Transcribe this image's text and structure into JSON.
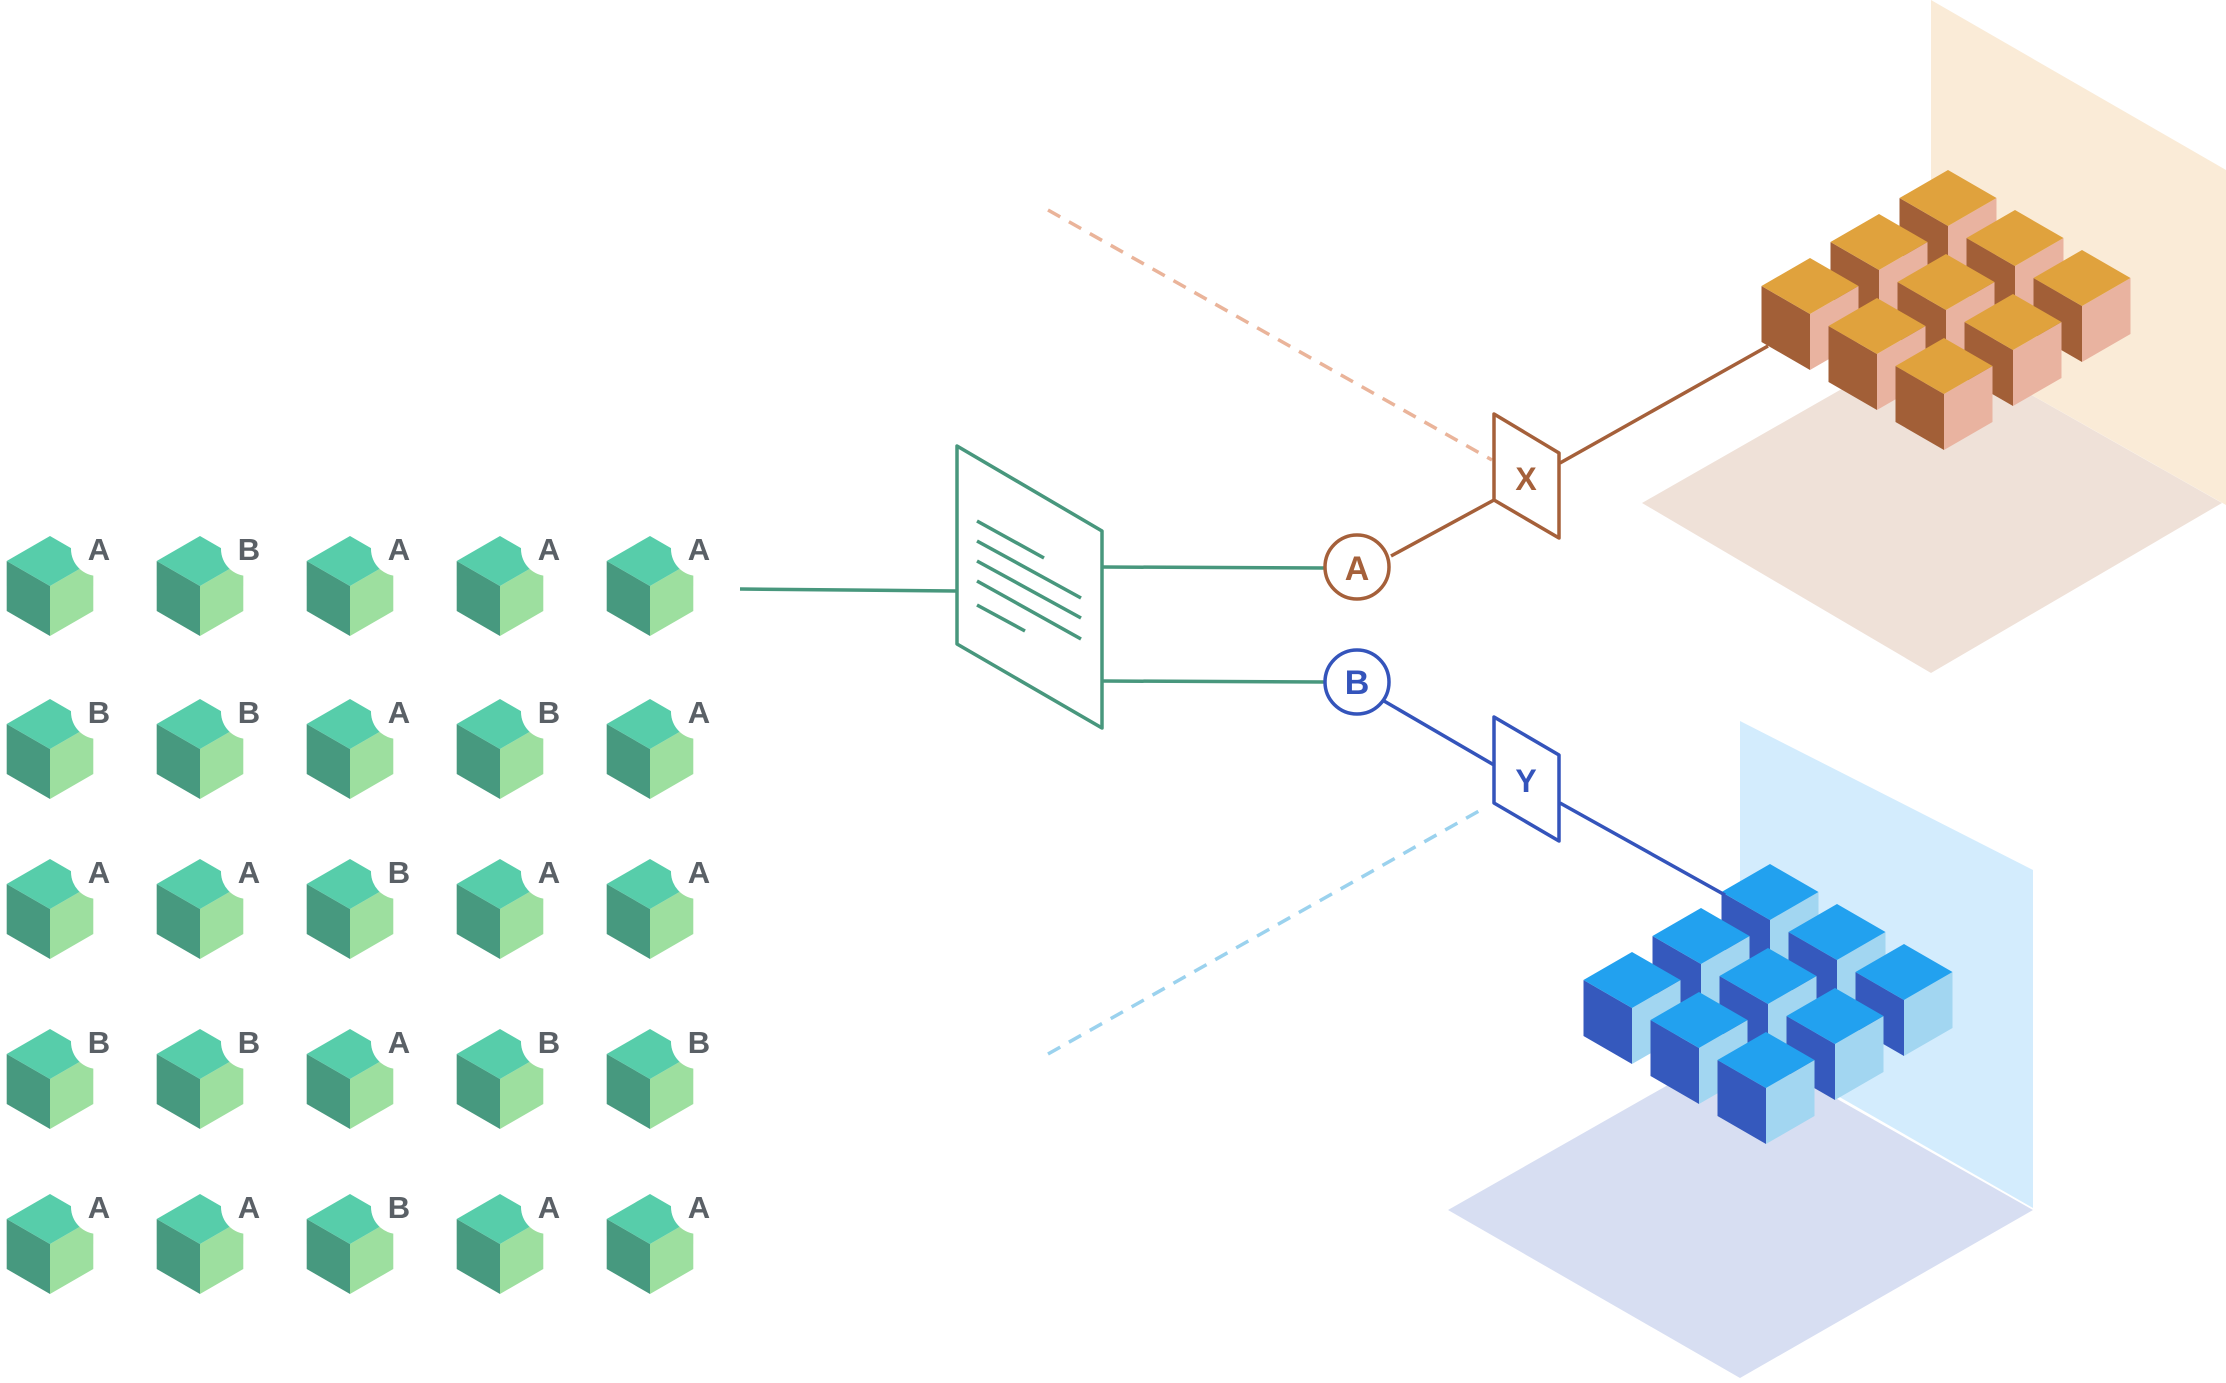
{
  "colors": {
    "green_top": "#57cdaa",
    "green_left": "#47997f",
    "green_right": "#9ddf9f",
    "label_gray": "#5a6066",
    "pipeline_green": "#48977d",
    "brown": "#a5603a",
    "brown_dashed": "#eab49a",
    "orange_top": "#e0a23d",
    "orange_left": "#a25f37",
    "orange_right": "#e9b3a0",
    "orange_wall": "#faebd7",
    "orange_floor": "#efe1d8",
    "blue": "#3454bb",
    "blue_dashed": "#9bd2ee",
    "blue_top": "#22a1ef",
    "blue_left": "#3559bd",
    "blue_right": "#a2d6f1",
    "blue_wall": "#d3ecfd",
    "blue_floor": "#d7def2"
  },
  "grid_labels": [
    [
      "A",
      "B",
      "A",
      "A",
      "A"
    ],
    [
      "B",
      "B",
      "A",
      "B",
      "A"
    ],
    [
      "A",
      "A",
      "B",
      "A",
      "A"
    ],
    [
      "B",
      "B",
      "A",
      "B",
      "B"
    ],
    [
      "A",
      "A",
      "B",
      "A",
      "A"
    ]
  ],
  "icons": {
    "input_cube": "cube-icon",
    "classifier": "document-icon",
    "output_cube_a": "cube-icon",
    "output_cube_b": "cube-icon"
  },
  "node_a_label": "A",
  "node_b_label": "B",
  "gate_x_label": "X",
  "gate_y_label": "Y"
}
